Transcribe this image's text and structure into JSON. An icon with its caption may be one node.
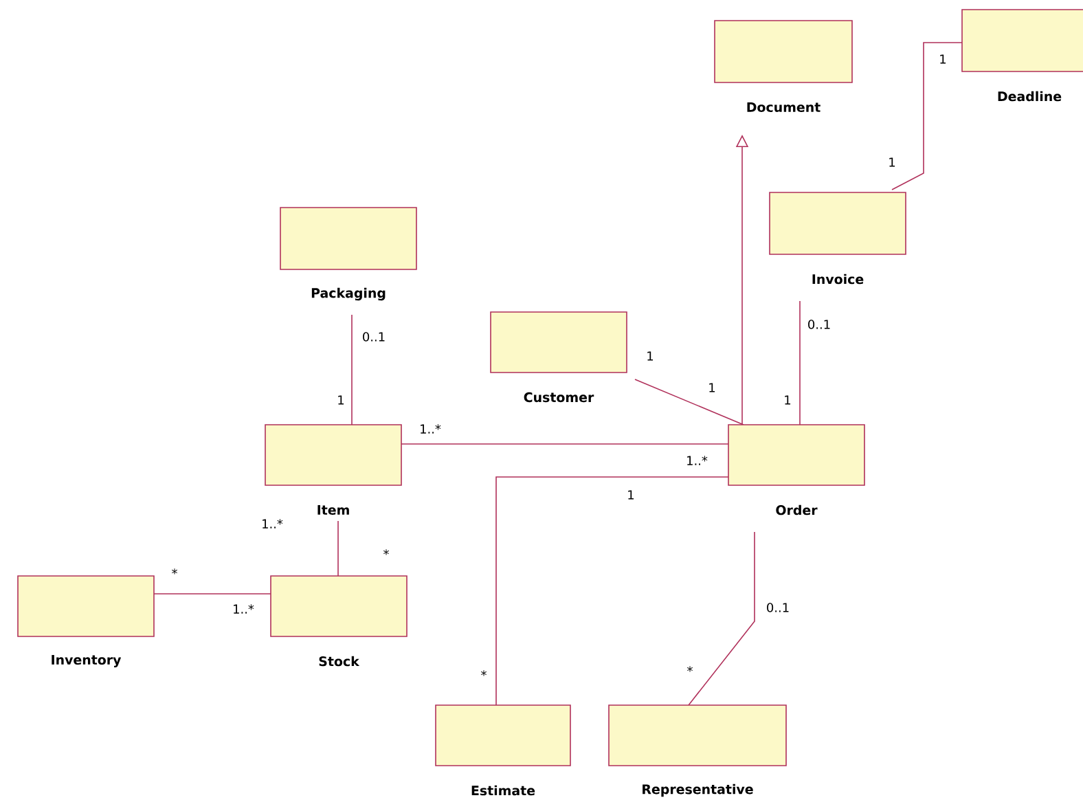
{
  "diagram": {
    "nodes": [
      {
        "text": [
          "Document"
        ]
      },
      {
        "text": [
          "Deadline"
        ]
      },
      {
        "text": [
          "Packaging"
        ]
      },
      {
        "text": [
          "Invoice"
        ]
      },
      {
        "text": [
          "Customer"
        ]
      },
      {
        "text": [
          "Item"
        ]
      },
      {
        "text": [
          "Order"
        ]
      },
      {
        "text": [
          "Inventory"
        ]
      },
      {
        "text": [
          "Stock"
        ]
      },
      {
        "text": [
          "Estimate"
        ]
      },
      {
        "text": [
          "Representative"
        ]
      }
    ],
    "edges": [
      {
        "from": 6,
        "to": 0,
        "arrow": "to"
      },
      {
        "from": 3,
        "to": 1,
        "arrow": "none"
      },
      {
        "from": 2,
        "to": 5,
        "arrow": "none"
      },
      {
        "from": 3,
        "to": 6,
        "arrow": "none"
      },
      {
        "from": 4,
        "to": 6,
        "arrow": "none"
      },
      {
        "from": 5,
        "to": 6,
        "arrow": "none"
      },
      {
        "from": 6,
        "to": 9,
        "arrow": "none"
      },
      {
        "from": 6,
        "to": 10,
        "arrow": "none"
      },
      {
        "from": 5,
        "to": 8,
        "arrow": "none"
      },
      {
        "from": 7,
        "to": 8,
        "arrow": "none"
      }
    ],
    "labels": [
      "1",
      "1",
      "0..1",
      "0..1",
      "1",
      "1",
      "1",
      "1",
      "1..*",
      "1..*",
      "1",
      "1..*",
      "*",
      "*",
      "1..*",
      "0..1",
      "*",
      "*"
    ]
  }
}
